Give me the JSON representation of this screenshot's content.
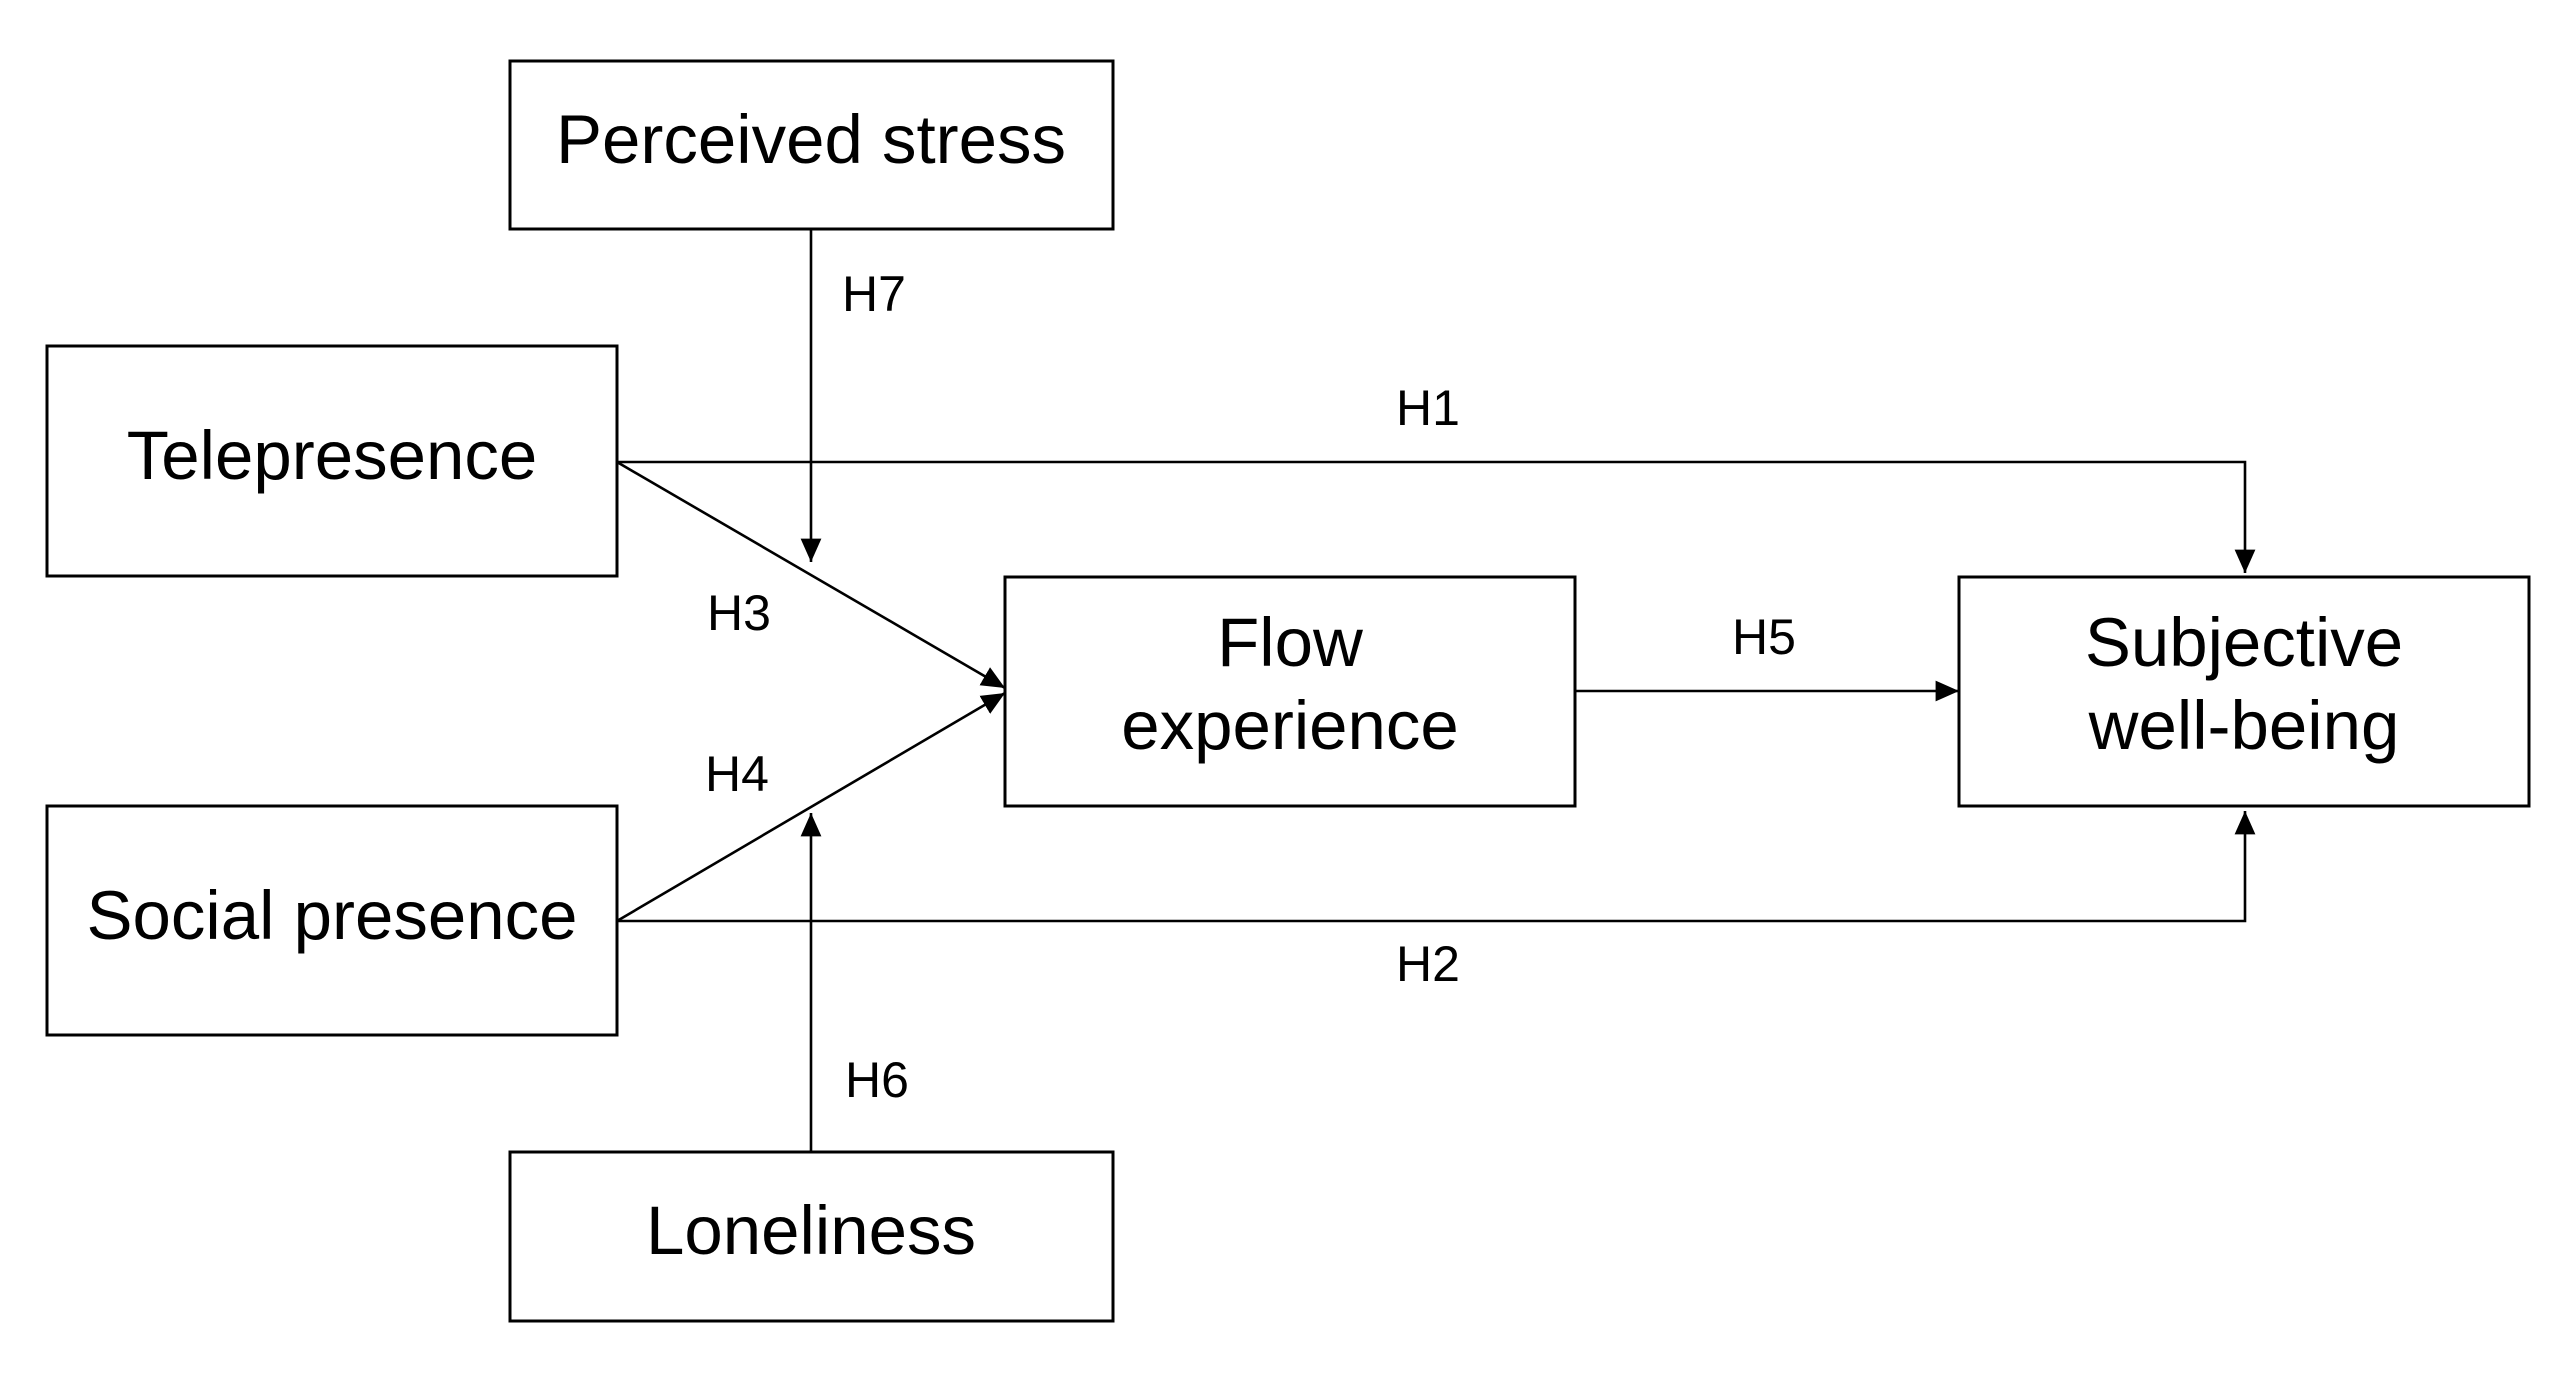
{
  "diagram": {
    "nodes": {
      "perceived_stress": {
        "line1": "Perceived stress"
      },
      "telepresence": {
        "line1": "Telepresence"
      },
      "social_presence": {
        "line1": "Social presence"
      },
      "loneliness": {
        "line1": "Loneliness"
      },
      "flow_experience": {
        "line1": "Flow",
        "line2": "experience"
      },
      "subjective_well_being": {
        "line1": "Subjective",
        "line2": "well-being"
      }
    },
    "edges": {
      "h1": {
        "label": "H1",
        "from": "Telepresence",
        "to": "Subjective well-being"
      },
      "h2": {
        "label": "H2",
        "from": "Social presence",
        "to": "Subjective well-being"
      },
      "h3": {
        "label": "H3",
        "from": "Telepresence",
        "to": "Flow experience"
      },
      "h4": {
        "label": "H4",
        "from": "Social presence",
        "to": "Flow experience"
      },
      "h5": {
        "label": "H5",
        "from": "Flow experience",
        "to": "Subjective well-being"
      },
      "h6": {
        "label": "H6",
        "from": "Loneliness",
        "to": "H4 path (moderation)"
      },
      "h7": {
        "label": "H7",
        "from": "Perceived stress",
        "to": "H3 path (moderation)"
      }
    },
    "colors": {
      "stroke": "#000000",
      "background": "#ffffff"
    }
  }
}
